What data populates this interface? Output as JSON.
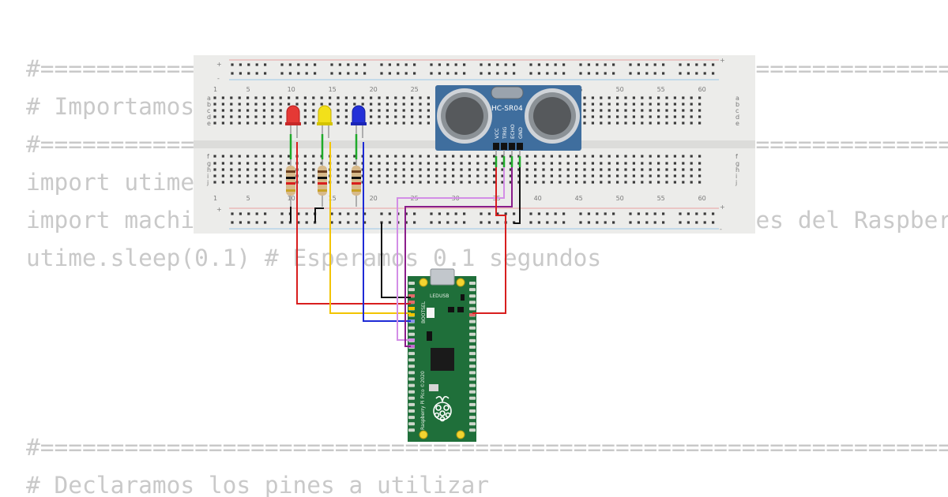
{
  "code_lines": [
    "#====================================================================",
    "# Importamos las librerias",
    "#====================================================================",
    "import utime",
    "import machine # Importamos la libreria para los pines del Raspberry Pi Pico",
    "utime.sleep(0.1) # Esperamos 0.1 segundos",
    "#====================================================================",
    "# Declaramos los pines a utilizar"
  ],
  "breadboard": {
    "row_letters_top": [
      "a",
      "b",
      "c",
      "d",
      "e"
    ],
    "row_letters_bottom": [
      "f",
      "g",
      "h",
      "i",
      "j"
    ],
    "column_numbers": [
      "1",
      "5",
      "10",
      "15",
      "20",
      "25",
      "30",
      "35",
      "40",
      "45",
      "50",
      "55",
      "60"
    ],
    "rail_plus": "+",
    "rail_minus": "-"
  },
  "sensor": {
    "name": "HC-SR04",
    "pins": [
      "VCC",
      "TRIG",
      "ECHO",
      "GND"
    ]
  },
  "board": {
    "name": "Raspberry Pi Pico ©2020",
    "led_label": "LED",
    "usb_label": "USB",
    "bootsel_label": "BOOTSEL"
  },
  "leds": [
    {
      "color": "#e53935",
      "name": "red-led"
    },
    {
      "color": "#f2e01a",
      "name": "yellow-led"
    },
    {
      "color": "#2330d8",
      "name": "blue-led"
    }
  ],
  "colors": {
    "breadboard": "#ececea",
    "sensor": "#3f6e9e",
    "pico": "#1f6f3a",
    "wire_red": "#d81e1e",
    "wire_yellow": "#f2c400",
    "wire_blue": "#1e2ad6",
    "wire_black": "#111111",
    "wire_violet": "#d38ee6",
    "wire_purple": "#8b1d8b",
    "wire_green": "#1faa2a"
  }
}
